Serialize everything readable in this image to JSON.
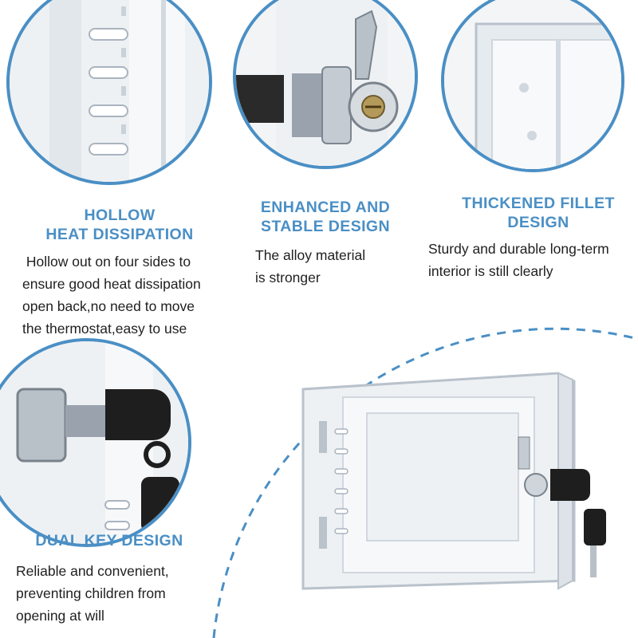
{
  "colors": {
    "accent": "#4a8fc5",
    "text": "#1f1f1f"
  },
  "features": [
    {
      "title_lines": [
        "HOLLOW",
        "HEAT DISSIPATION"
      ],
      "body_lines": [
        " Hollow out on four sides to",
        "ensure good heat dissipation",
        "open back,no need to move",
        "the thermostat,easy to use"
      ],
      "image": "vented-side-closeup"
    },
    {
      "title_lines": [
        "ENHANCED AND",
        "STABLE DESIGN"
      ],
      "body_lines": [
        "The alloy material",
        "is stronger"
      ],
      "image": "lock-cylinder-closeup"
    },
    {
      "title_lines": [
        "THICKENED FILLET",
        "DESIGN"
      ],
      "body_lines": [
        "Sturdy and durable long-term",
        "interior is still clearly"
      ],
      "image": "clear-cover-corner-closeup"
    },
    {
      "title_lines": [
        "DUAL KEY DESIGN"
      ],
      "body_lines": [
        "Reliable and convenient,",
        "preventing children from",
        "opening at will"
      ],
      "image": "key-in-lock-closeup"
    }
  ],
  "product_image": "clear-thermostat-lock-box-with-keys"
}
